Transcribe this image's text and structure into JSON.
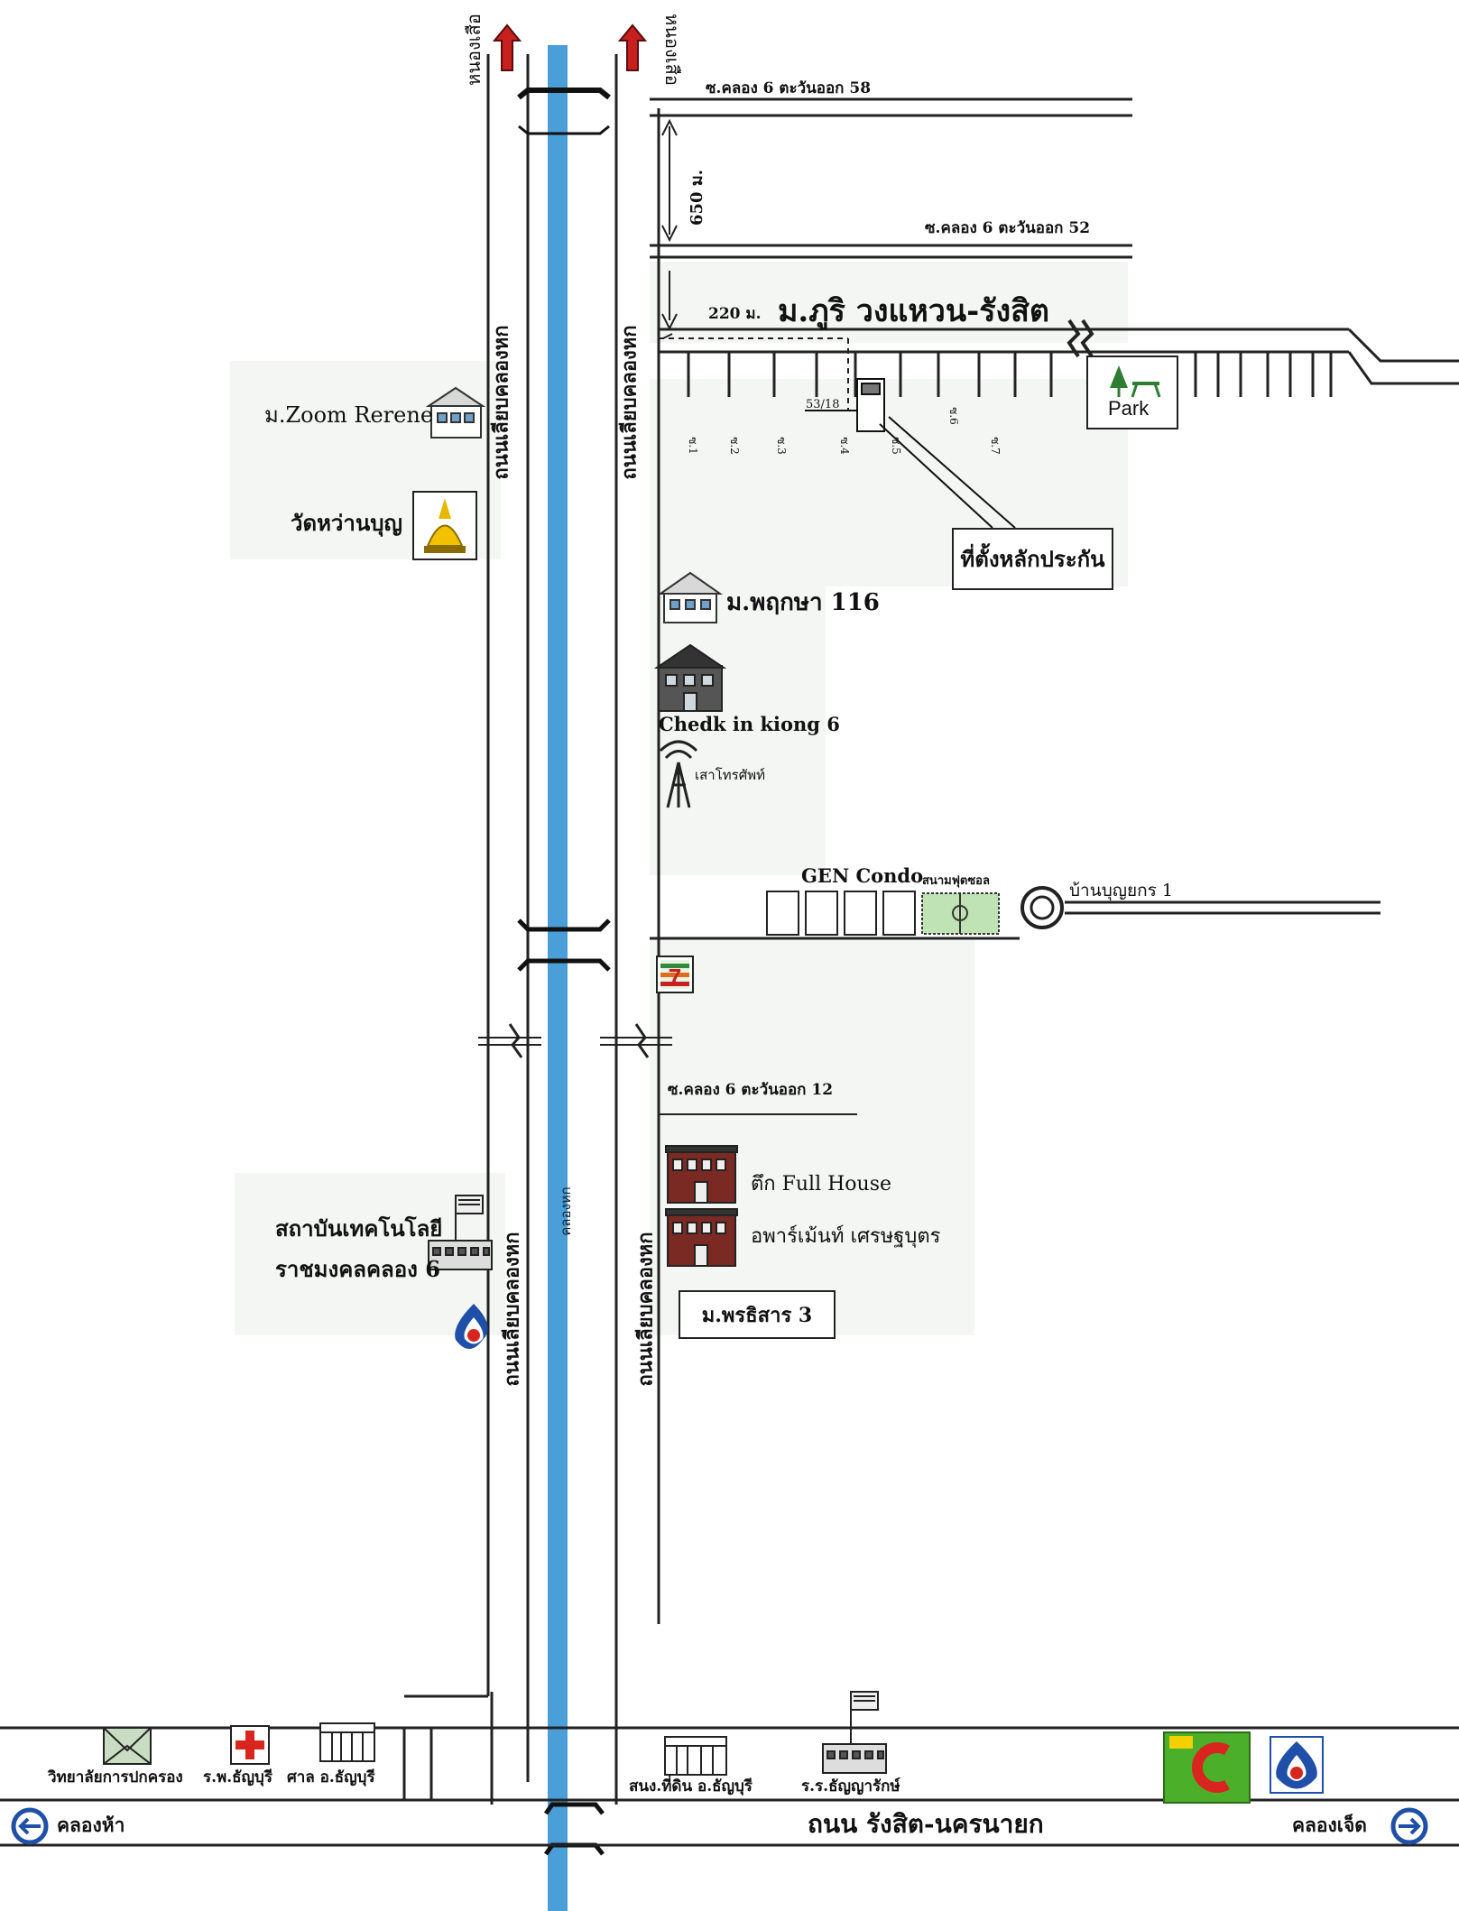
{
  "roads": {
    "north_left": "หนองเสือ",
    "north_right": "หนองเสือ",
    "soi_58": "ซ.คลอง 6 ตะวันออก 58",
    "soi_52": "ซ.คลอง 6 ตะวันออก 52",
    "soi_12": "ซ.คลอง 6 ตะวันออก 12",
    "left_road": "ถนนเลียบคลองหก",
    "right_road": "ถนนเลียบคลองหก",
    "canal": "คลองหก",
    "main_road": "ถนน รังสิต-นครนายก",
    "west_dir": "คลองห้า",
    "east_dir": "คลองเจ็ด",
    "ban_bunyakorn": "บ้านบุญยกร 1"
  },
  "distances": {
    "d650": "650 ม.",
    "d220": "220 ม."
  },
  "village": {
    "name": "ม.ภูริ วงแหวน-รังสิต",
    "plot": "53/18",
    "sois": [
      "ซ.1",
      "ซ.2",
      "ซ.3",
      "ซ.4",
      "ซ.5",
      "ซ.6",
      "ซ.7"
    ],
    "park": "Park",
    "collateral_label": "ที่ตั้งหลักประกัน"
  },
  "landmarks": {
    "zoom_rerene": "ม.Zoom Rerene",
    "wat": "วัดหว่านบุญ",
    "pruksa": "ม.พฤกษา 116",
    "check_in": "Chedk in kiong 6",
    "tower": "เสาโทรศัพท์",
    "gen_condo": "GEN Condo",
    "football": "สนามฟุตซอล",
    "full_house": "ตึก Full House",
    "apartment": "อพาร์เม้นท์ เศรษฐบุตร",
    "pornsiri": "ม.พรธิสาร 3",
    "rmutt_line1": "สถาบันเทคโนโลยี",
    "rmutt_line2": "ราชมงคลคลอง 6",
    "college": "วิทยาลัยการปกครอง",
    "hospital": "ร.พ.ธัญบุรี",
    "court": "ศาล อ.ธัญบุรี",
    "land_office": "สนง.ที่ดิน อ.ธัญบุรี",
    "school": "ร.ร.ธัญญารักษ์",
    "seven_eleven": "7",
    "big_c": "Big C"
  },
  "colors": {
    "canal": "#4a9fd8",
    "arrow_red": "#c8201e",
    "ptt_blue": "#1f4fa8",
    "bigc_green": "#4caf2a",
    "bigc_red": "#d8261e",
    "hospital_red": "#d8261e",
    "park_green": "#2f7d32",
    "field_green": "#bfe3b4"
  }
}
